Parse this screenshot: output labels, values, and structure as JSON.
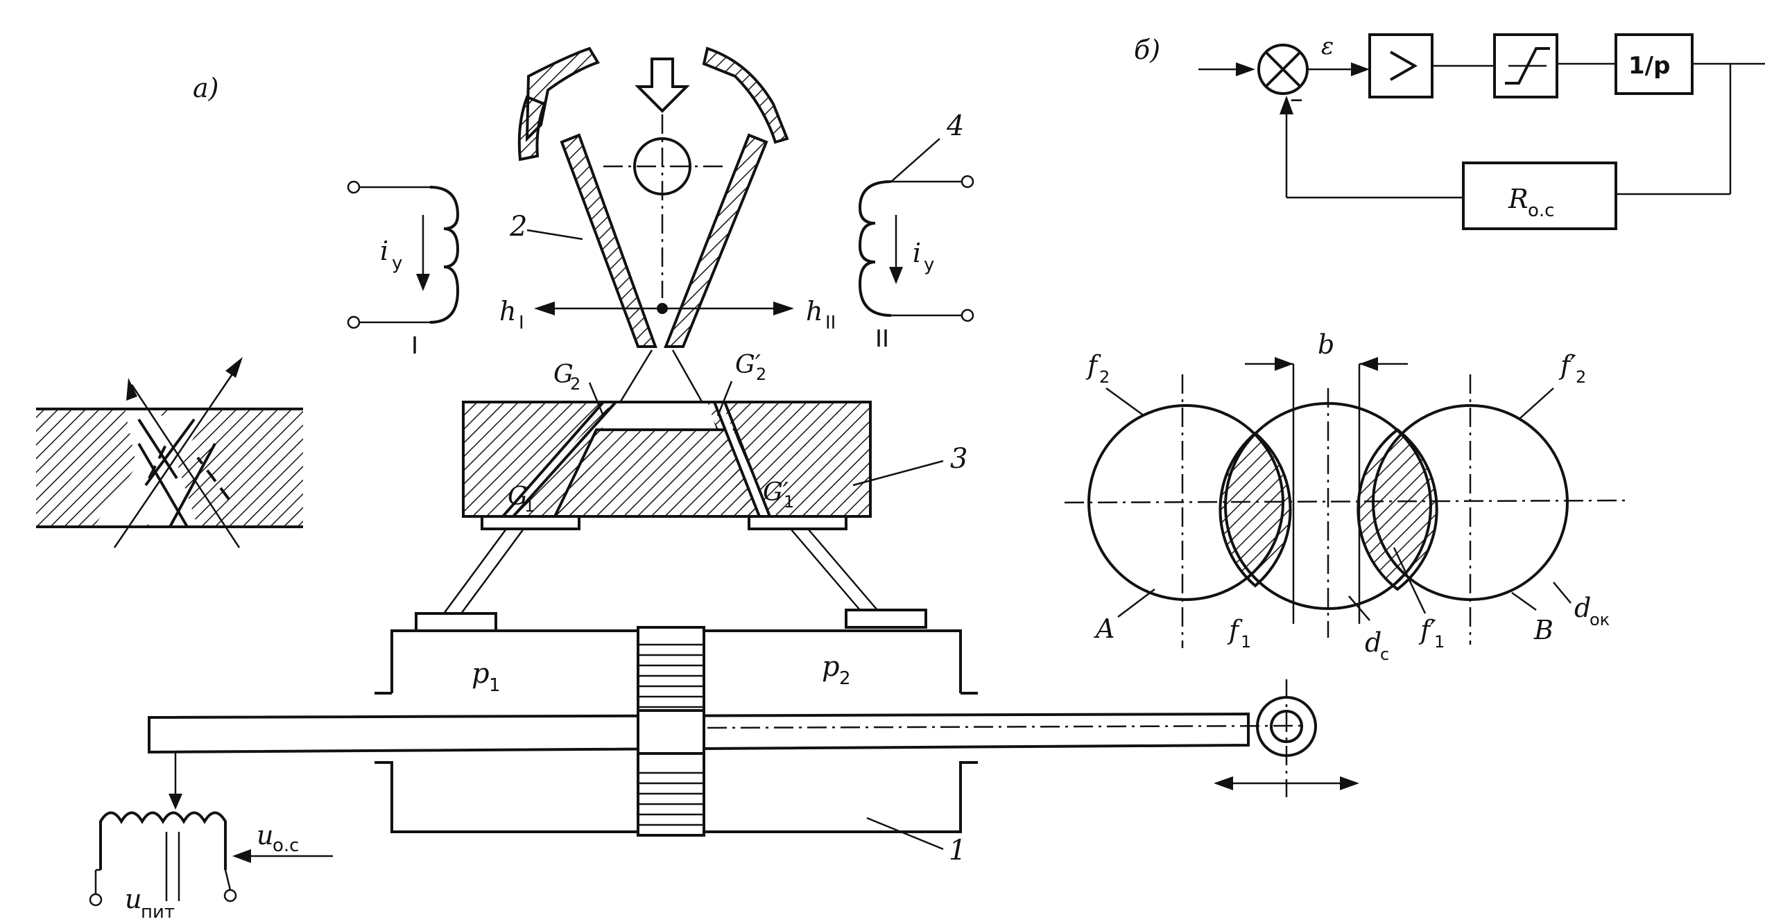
{
  "labels": {
    "part_a": "а)",
    "part_b": "б)",
    "n1": "1",
    "n2": "2",
    "n3": "3",
    "n4": "4",
    "coil_I": "I",
    "coil_II": "II",
    "iy_left": "i",
    "iy_left_sub": "у",
    "iy_right": "i",
    "iy_right_sub": "у",
    "h1": "h",
    "h1_sub": "I",
    "h2": "h",
    "h2_sub": "II",
    "G2": "G",
    "G2_sub": "2",
    "G2p": "G′",
    "G2p_sub": "2",
    "G1": "G",
    "G1_sub": "1",
    "G1p": "G′",
    "G1p_sub": "1",
    "p1": "p",
    "p1_sub": "1",
    "p2": "p",
    "p2_sub": "2",
    "uoc": "u",
    "uoc_sub": "о.с",
    "upit": "u",
    "upit_sub": "пит",
    "epsilon": "ε",
    "minus": "–",
    "integrator": "1/p",
    "feedback": "R",
    "feedback_sub": "о.с",
    "b": "b",
    "f2": "f",
    "f2_sub": "2",
    "f2p": "f′",
    "f2p_sub": "2",
    "f1": "f",
    "f1_sub": "1",
    "f1p": "f′",
    "f1p_sub": "1",
    "A": "A",
    "B": "B",
    "dc": "d",
    "dc_sub": "с",
    "dok": "d",
    "dok_sub": "ок"
  }
}
